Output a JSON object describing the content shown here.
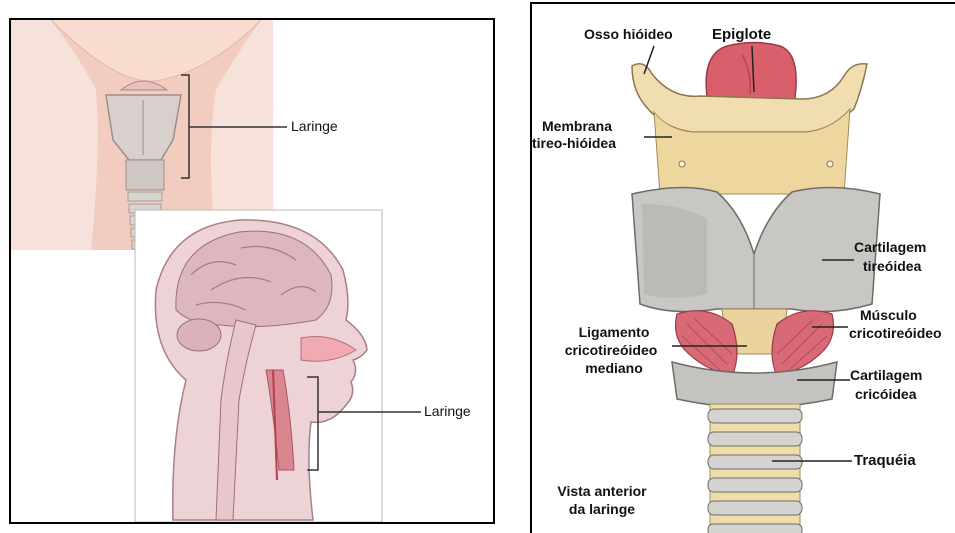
{
  "left_panel": {
    "neck_label": "Laringe",
    "head_label": "Laringe"
  },
  "right_panel": {
    "labels": {
      "hyoid": "Osso hióideo",
      "epiglottis": "Epiglote",
      "membrane_l1": "Membrana",
      "membrane_l2": "tireo-hióidea",
      "thyroid_l1": "Cartilagem",
      "thyroid_l2": "tireóidea",
      "muscle_l1": "Músculo",
      "muscle_l2": "cricotireóideo",
      "ligament_l1": "Ligamento",
      "ligament_l2": "cricotireóideo",
      "ligament_l3": "mediano",
      "cricoid_l1": "Cartilagem",
      "cricoid_l2": "cricóidea",
      "trachea": "Traquéia",
      "view_l1": "Vista anterior",
      "view_l2": "da laringe"
    }
  },
  "colors": {
    "skin": "#f2cdbf",
    "hyoid": "#f0ddb0",
    "thyroid_cartilage": "#c9c7c4",
    "epiglottis": "#d9606a",
    "muscle": "#d86a78",
    "brain": "#e4c3c9"
  }
}
